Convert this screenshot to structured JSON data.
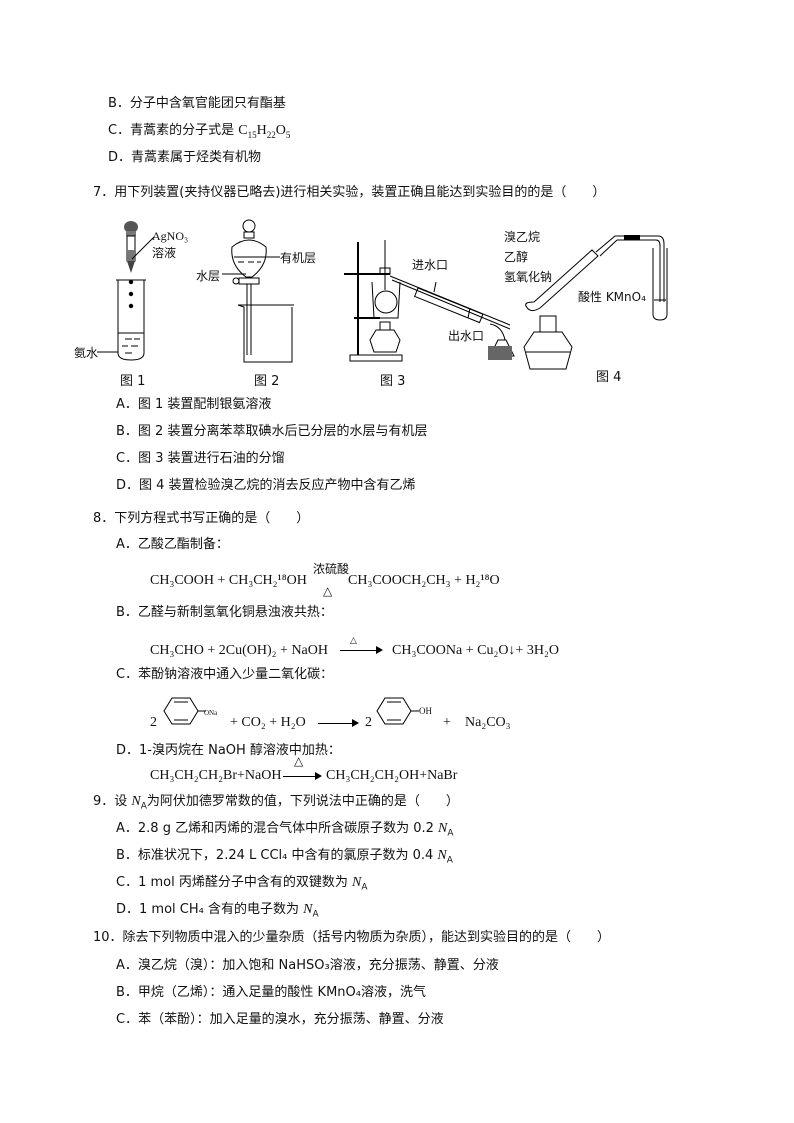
{
  "q6_options": {
    "B": "B．分子中含氧官能团只有酯基",
    "C_prefix": "C．青蒿素的分子式是 ",
    "C_formula": {
      "C": "C",
      "c_sub": "15",
      "H": "H",
      "h_sub": "22",
      "O": "O",
      "o_sub": "5"
    },
    "D": "D．青蒿素属于烃类有机物"
  },
  "q7": {
    "stem": "7．用下列装置(夹持仪器已略去)进行相关实验，装置正确且能达到实验目的的是（　　）",
    "figures": {
      "fig1": {
        "caption": "图 1",
        "label_top": "AgNO₃溶液",
        "label_bottom": "氨水"
      },
      "fig2": {
        "caption": "图 2",
        "label_right": "有机层",
        "label_left": "水层"
      },
      "fig3": {
        "caption": "图 3",
        "label_in": "进水口",
        "label_out": "出水口"
      },
      "fig4": {
        "caption": "图 4",
        "reagents": [
          "溴乙烷",
          "乙醇",
          "氢氧化钠"
        ],
        "label_right": "酸性 KMnO₄"
      }
    },
    "options": [
      "A．图 1 装置配制银氨溶液",
      "B．图 2 装置分离苯萃取碘水后已分层的水层与有机层",
      "C．图 3 装置进行石油的分馏",
      "D．图 4 装置检验溴乙烷的消去反应产物中含有乙烯"
    ]
  },
  "q8": {
    "stem": "8．下列方程式书写正确的是（　　）",
    "A": {
      "label": "A．乙酸乙酯制备：",
      "eq_left": "CH₃COOH + CH₃CH₂¹⁸OH",
      "cond_top": "浓硫酸",
      "cond_bottom": "△",
      "eq_right": "CH₃COOCH₂CH₃ + H₂¹⁸O"
    },
    "B": {
      "label": "B．乙醛与新制氢氧化铜悬浊液共热：",
      "eq_left": "CH₃CHO + 2Cu(OH)₂ + NaOH",
      "cond_top": "△",
      "eq_right": "CH₃COONa + Cu₂O↓+ 3H₂O"
    },
    "C": {
      "label": "C．苯酚钠溶液中通入少量二氧化碳：",
      "coef1": "2",
      "sub1": "ONa",
      "mid": "+ CO₂ + H₂O",
      "coef2": "2",
      "sub2": "OH",
      "plus": "+",
      "product": "Na₂CO₃"
    },
    "D": {
      "label": "D．1-溴丙烷在 NaOH 醇溶液中加热：",
      "cond_top": "△",
      "eq_left": "CH₃CH₂CH₂Br+NaOH",
      "eq_right": "CH₃CH₂CH₂OH+NaBr"
    }
  },
  "q9": {
    "stem_pre": "9．设 ",
    "NA": "N",
    "NA_sub": "A",
    "stem_post": "为阿伏加德罗常数的值，下列说法中正确的是（　　）",
    "options": [
      {
        "text": "A．2.8 g 乙烯和丙烯的混合气体中所含碳原子数为 0.2 "
      },
      {
        "text": "B．标准状况下，2.24 L CCl₄ 中含有的氯原子数为 0.4 "
      },
      {
        "text": "C．1 mol 丙烯醛分子中含有的双键数为 "
      },
      {
        "text": "D．1 mol CH₄ 含有的电子数为 "
      }
    ]
  },
  "q10": {
    "stem": "10．除去下列物质中混入的少量杂质（括号内物质为杂质），能达到实验目的的是（　　）",
    "options": [
      "A．溴乙烷（溴）：加入饱和 NaHSO₃溶液，充分振荡、静置、分液",
      "B．甲烷（乙烯）：通入足量的酸性 KMnO₄溶液，洗气",
      "C．苯（苯酚）：加入足量的溴水，充分振荡、静置、分液"
    ]
  }
}
